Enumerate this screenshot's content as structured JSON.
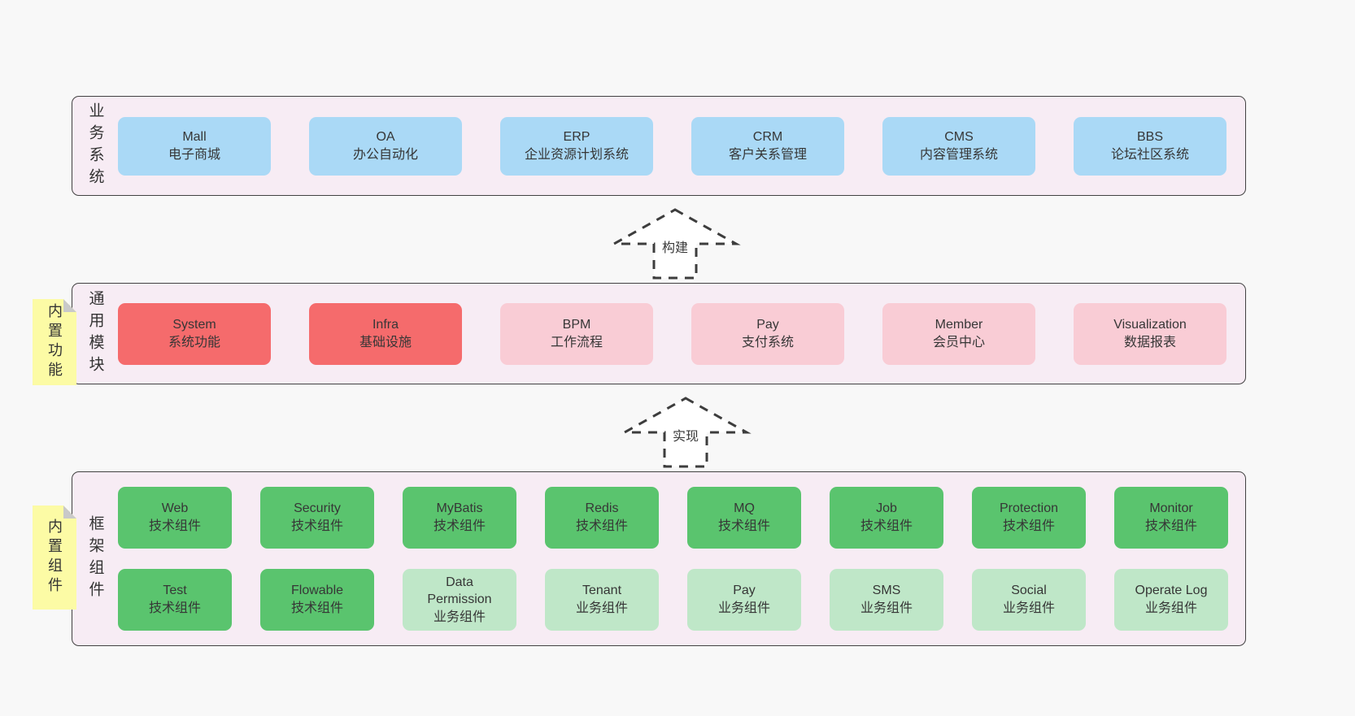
{
  "colors": {
    "page_background": "#f8f8f8",
    "panel_background": "#f7ecf4",
    "panel_border": "#424242",
    "blue_box": "#aad9f6",
    "red_box": "#f56b6c",
    "pink_box": "#f9ccd5",
    "green_box": "#5ac46e",
    "light_green_box": "#bfe7c8",
    "sticky_note": "#fcfba5",
    "sticky_fold": "#c9c9c9"
  },
  "arrows": [
    {
      "label": "构建"
    },
    {
      "label": "实现"
    }
  ],
  "stickies": [
    {
      "text": "内置功能"
    },
    {
      "text": "内置组件"
    }
  ],
  "sections": [
    {
      "label": "业务系统",
      "rows": [
        [
          {
            "name": "Mall",
            "desc": "电子商城"
          },
          {
            "name": "OA",
            "desc": "办公自动化"
          },
          {
            "name": "ERP",
            "desc": "企业资源计划系统"
          },
          {
            "name": "CRM",
            "desc": "客户关系管理"
          },
          {
            "name": "CMS",
            "desc": "内容管理系统"
          },
          {
            "name": "BBS",
            "desc": "论坛社区系统"
          }
        ]
      ]
    },
    {
      "label": "通用模块",
      "rows": [
        [
          {
            "name": "System",
            "desc": "系统功能"
          },
          {
            "name": "Infra",
            "desc": "基础设施"
          },
          {
            "name": "BPM",
            "desc": "工作流程"
          },
          {
            "name": "Pay",
            "desc": "支付系统"
          },
          {
            "name": "Member",
            "desc": "会员中心"
          },
          {
            "name": "Visualization",
            "desc": "数据报表"
          }
        ]
      ]
    },
    {
      "label": "框架组件",
      "rows": [
        [
          {
            "name": "Web",
            "desc": "技术组件"
          },
          {
            "name": "Security",
            "desc": "技术组件"
          },
          {
            "name": "MyBatis",
            "desc": "技术组件"
          },
          {
            "name": "Redis",
            "desc": "技术组件"
          },
          {
            "name": "MQ",
            "desc": "技术组件"
          },
          {
            "name": "Job",
            "desc": "技术组件"
          },
          {
            "name": "Protection",
            "desc": "技术组件"
          },
          {
            "name": "Monitor",
            "desc": "技术组件"
          }
        ],
        [
          {
            "name": "Test",
            "desc": "技术组件"
          },
          {
            "name": "Flowable",
            "desc": "技术组件"
          },
          {
            "name": "Data Permission",
            "desc": "业务组件"
          },
          {
            "name": "Tenant",
            "desc": "业务组件"
          },
          {
            "name": "Pay",
            "desc": "业务组件"
          },
          {
            "name": "SMS",
            "desc": "业务组件"
          },
          {
            "name": "Social",
            "desc": "业务组件"
          },
          {
            "name": "Operate Log",
            "desc": "业务组件"
          }
        ]
      ]
    }
  ]
}
